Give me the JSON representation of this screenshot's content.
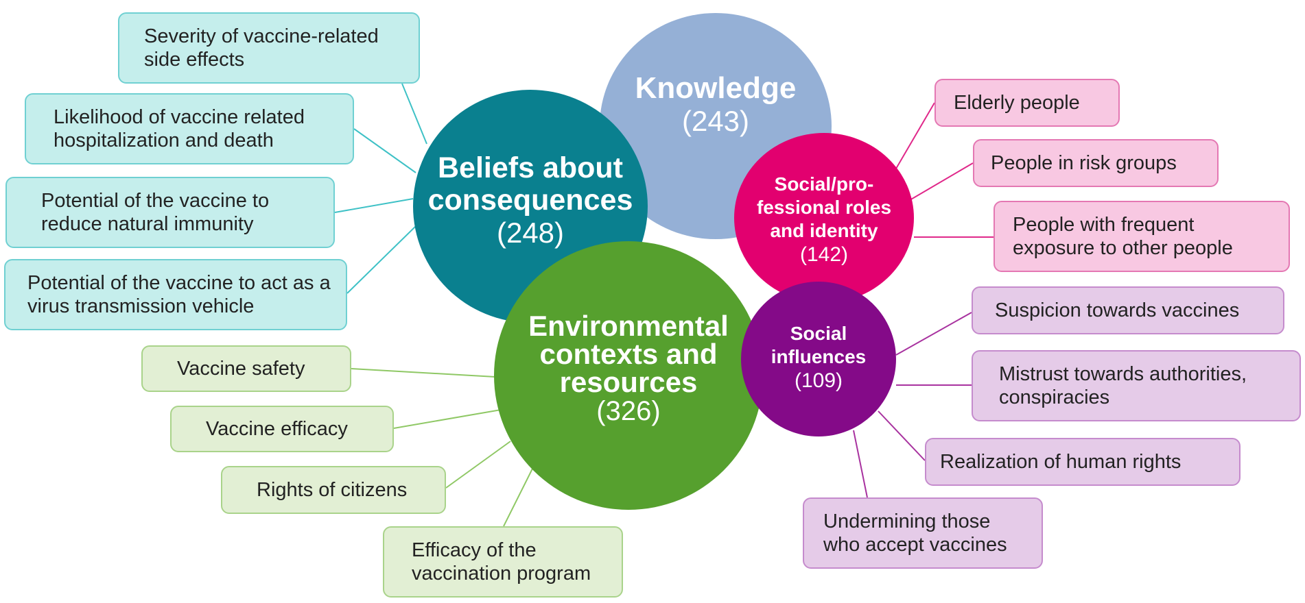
{
  "colors": {
    "teal": "#0a808f",
    "knowledge": "#95b0d6",
    "green": "#56a02e",
    "magenta": "#e2006f",
    "purple": "#840a88",
    "teal_box_fill": "#c5eeec",
    "teal_box_border": "#6fd0d2",
    "green_box_fill": "#e2efd4",
    "green_box_border": "#a9d38a",
    "pink_box_fill": "#f8c8e2",
    "pink_box_border": "#e478b3",
    "purple_box_fill": "#e5cbe8",
    "purple_box_border": "#c58bcd"
  },
  "domains": {
    "knowledge": {
      "title": "Knowledge",
      "count": "(243)"
    },
    "beliefs": {
      "title": "Beliefs about consequences",
      "count": "(248)"
    },
    "environmental": {
      "title": "Environmental contexts and resources",
      "count": "(326)"
    },
    "social_roles": {
      "title": "Social/pro-fessional roles and identity",
      "count": "(142)"
    },
    "social_influences": {
      "title": "Social influences",
      "count": "(109)"
    }
  },
  "beliefs_items": [
    "Severity of vaccine-related side effects",
    "Likelihood of vaccine related hospitalization and death",
    "Potential of the vaccine to reduce natural immunity",
    "Potential of the vaccine to act as a virus transmission vehicle"
  ],
  "environmental_items": [
    "Vaccine safety",
    "Vaccine efficacy",
    "Rights of citizens",
    "Efficacy of the vaccination program"
  ],
  "social_roles_items": [
    "Elderly people",
    "People in risk groups",
    "People with frequent exposure to other people"
  ],
  "social_influences_items": [
    "Suspicion towards vaccines",
    "Mistrust towards authorities, conspiracies",
    "Realization of human rights",
    "Undermining those who accept vaccines"
  ]
}
